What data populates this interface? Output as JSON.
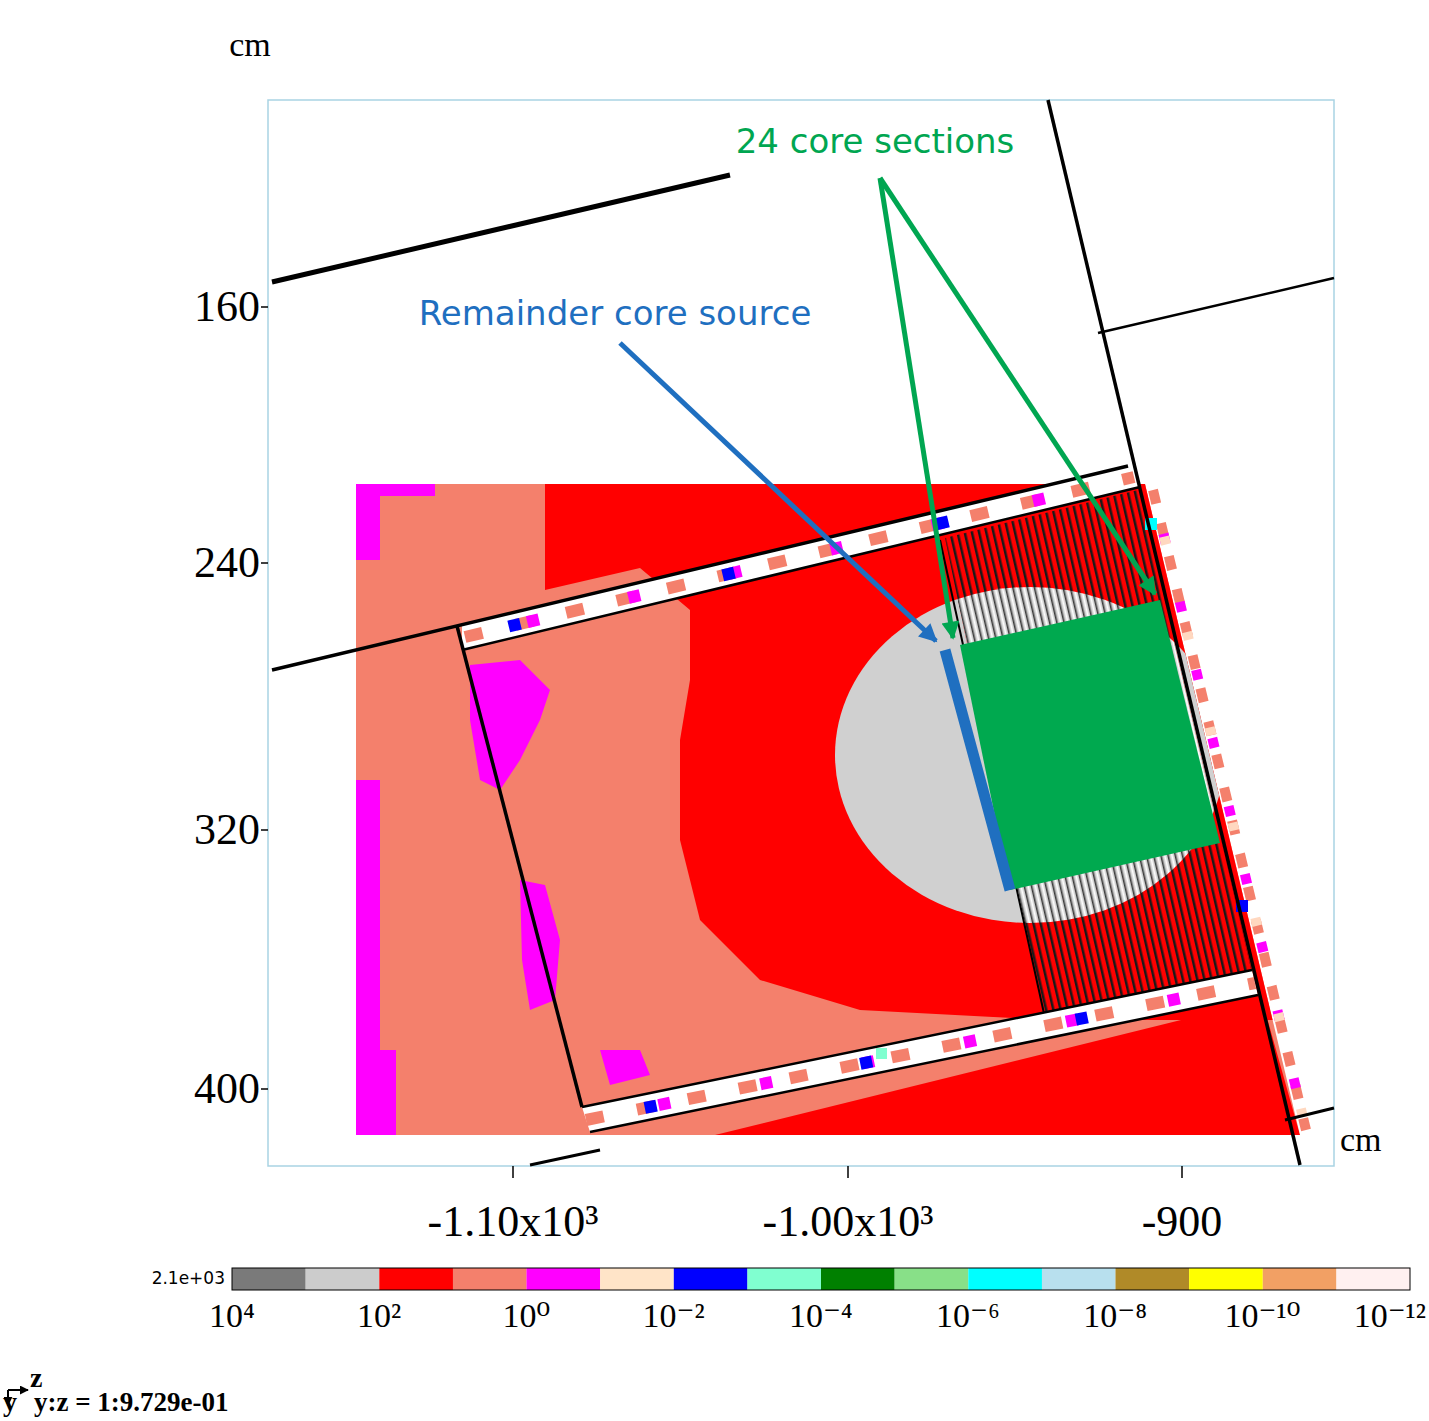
{
  "diagram": {
    "labels": [
      "cm",
      "160",
      "240",
      "320",
      "400",
      "cm",
      "-1.10x10³",
      "-1.00x10³",
      "-900",
      "24 core sections",
      "Remainder core source",
      "2.1e+03",
      "10⁴",
      "10²",
      "10⁰",
      "10⁻²",
      "10⁻⁴",
      "10⁻⁶",
      "10⁻⁸",
      "10⁻¹⁰",
      "10⁻¹²",
      "z",
      "y",
      "y:z = 1:9.729e-01"
    ]
  }
}
